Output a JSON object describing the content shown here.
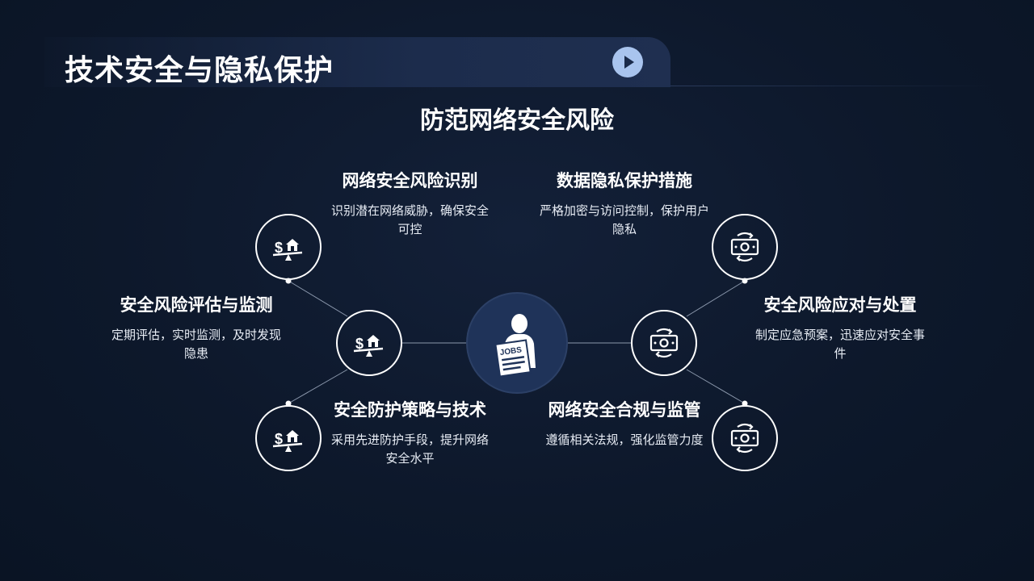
{
  "header": {
    "title": "技术安全与隐私保护",
    "play_icon": "play-icon"
  },
  "diagram": {
    "title": "防范网络安全风险",
    "center_icon": "jobs-person-icon",
    "center_sign": "JOBS",
    "nodes": [
      {
        "id": "identify",
        "icon": "money-house-seesaw-icon",
        "title": "网络安全风险识别",
        "desc": "识别潜在网络威胁，确保安全可控"
      },
      {
        "id": "assess",
        "icon": "money-house-seesaw-icon",
        "title": "安全风险评估与监测",
        "desc": "定期评估，实时监测，及时发现隐患"
      },
      {
        "id": "defense",
        "icon": "money-house-seesaw-icon",
        "title": "安全防护策略与技术",
        "desc": "采用先进防护手段，提升网络安全水平"
      },
      {
        "id": "privacy",
        "icon": "cash-exchange-icon",
        "title": "数据隐私保护措施",
        "desc": "严格加密与访问控制，保护用户隐私"
      },
      {
        "id": "response",
        "icon": "cash-exchange-icon",
        "title": "安全风险应对与处置",
        "desc": "制定应急预案，迅速应对安全事件"
      },
      {
        "id": "compliance",
        "icon": "cash-exchange-icon",
        "title": "网络安全合规与监管",
        "desc": "遵循相关法规，强化监管力度"
      }
    ]
  },
  "colors": {
    "background": "#0d182b",
    "center_fill": "#1f3359",
    "play_button": "#a9c4ee",
    "line": "#8a97ab"
  }
}
